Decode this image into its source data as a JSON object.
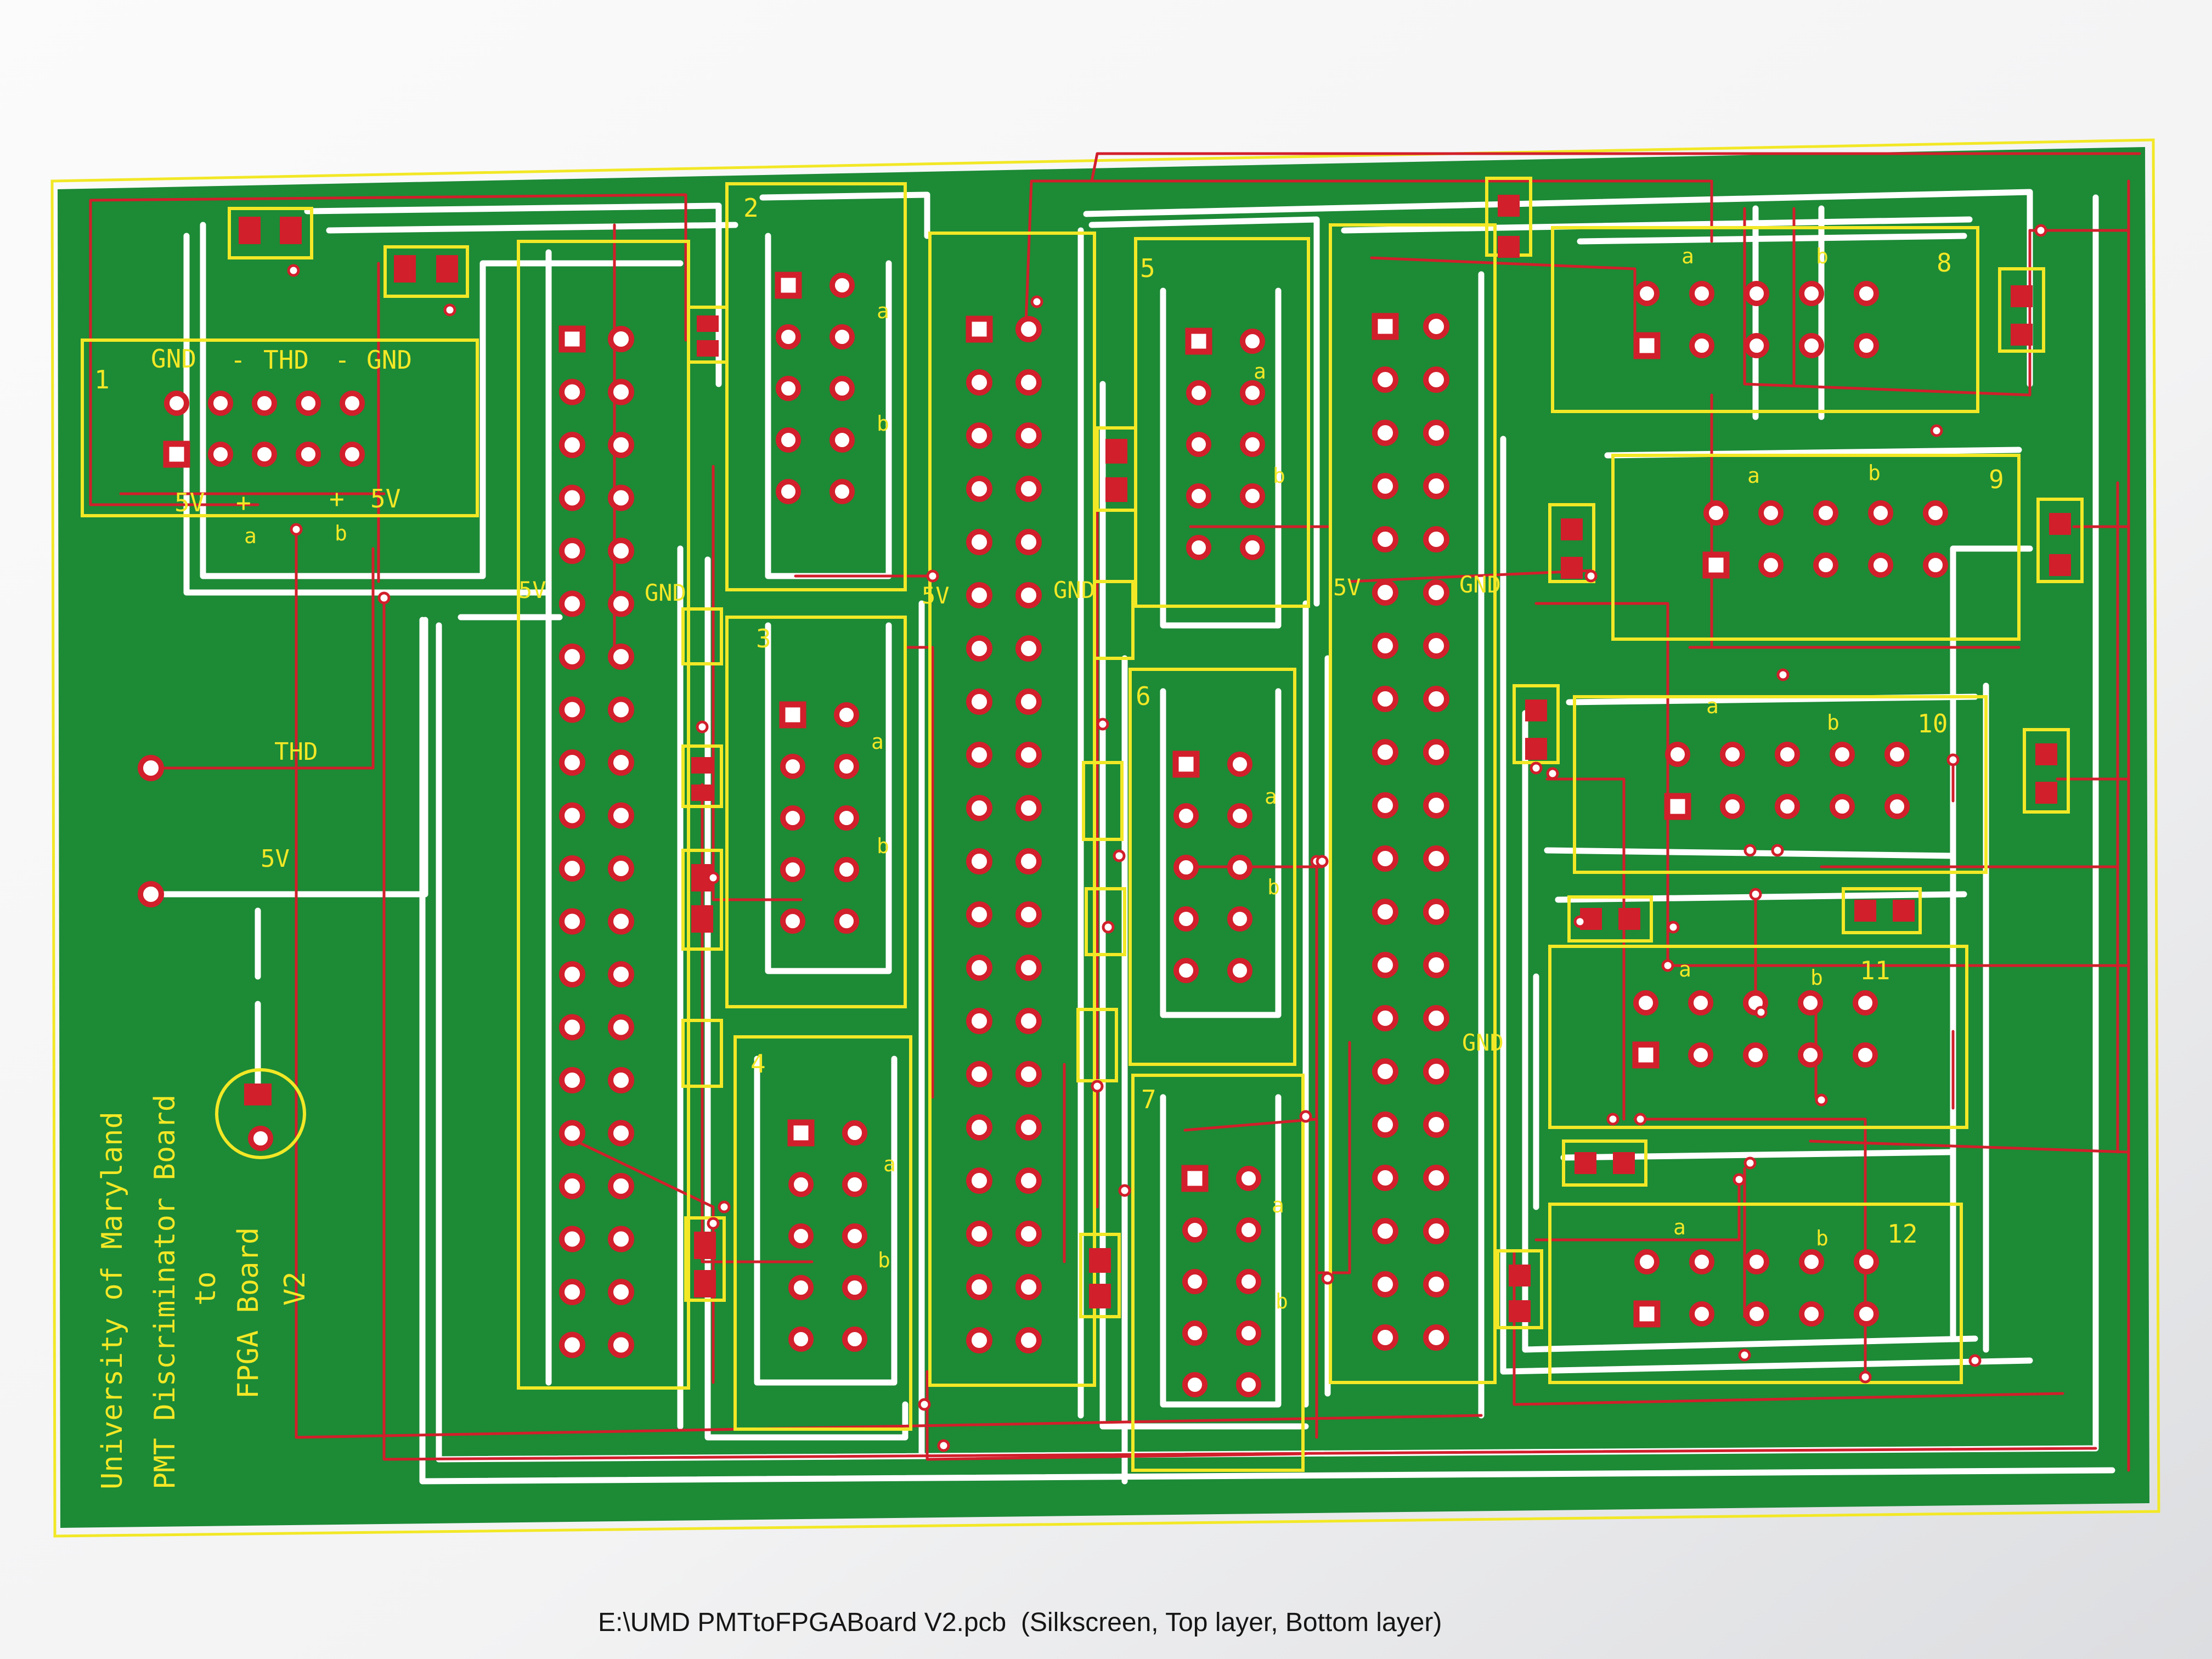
{
  "colors": {
    "board": "#1d8a36",
    "silkscreen": "#f2e826",
    "top_layer": "#d11f2b",
    "bottom_layer": "#ffffff",
    "paper": "#f6f6f6"
  },
  "caption": {
    "filename": "E:\\UMD PMTtoFPGABoard V2.pcb",
    "layers": "(Silkscreen, Top layer, Bottom layer)"
  },
  "board_credit": {
    "line1": "University of Maryland",
    "line2": "PMT Discriminator Board",
    "line3": "to",
    "line4": "FPGA Board",
    "line5": "V2"
  },
  "connector1": {
    "number": "1",
    "top_labels": [
      "GND",
      "THD",
      "GND"
    ],
    "bottom_labels": [
      "5V",
      "a",
      "b",
      "5V"
    ],
    "pad_signs": [
      "+",
      "-",
      "-",
      "+"
    ]
  },
  "left_pads": {
    "thd": "THD",
    "v5": "5V"
  },
  "headers": [
    {
      "label_5v": "5V",
      "label_gnd": "GND"
    },
    {
      "label_5v": "5V",
      "label_gnd": "GND"
    },
    {
      "label_5v": "5V",
      "label_gnd": "GND"
    }
  ],
  "extra_gnd": "GND",
  "modules_vertical": [
    {
      "number": "2",
      "pin_a": "a",
      "pin_b": "b"
    },
    {
      "number": "3",
      "pin_a": "a",
      "pin_b": "b"
    },
    {
      "number": "4",
      "pin_a": "a",
      "pin_b": "b"
    },
    {
      "number": "5",
      "pin_a": "a",
      "pin_b": "b"
    },
    {
      "number": "6",
      "pin_a": "a",
      "pin_b": "b"
    },
    {
      "number": "7",
      "pin_a": "a",
      "pin_b": "b"
    }
  ],
  "modules_horizontal": [
    {
      "number": "8",
      "pin_a": "a",
      "pin_b": "b"
    },
    {
      "number": "9",
      "pin_a": "a",
      "pin_b": "b"
    },
    {
      "number": "10",
      "pin_a": "a",
      "pin_b": "b"
    },
    {
      "number": "11",
      "pin_a": "a",
      "pin_b": "b"
    },
    {
      "number": "12",
      "pin_a": "a",
      "pin_b": "b"
    }
  ]
}
